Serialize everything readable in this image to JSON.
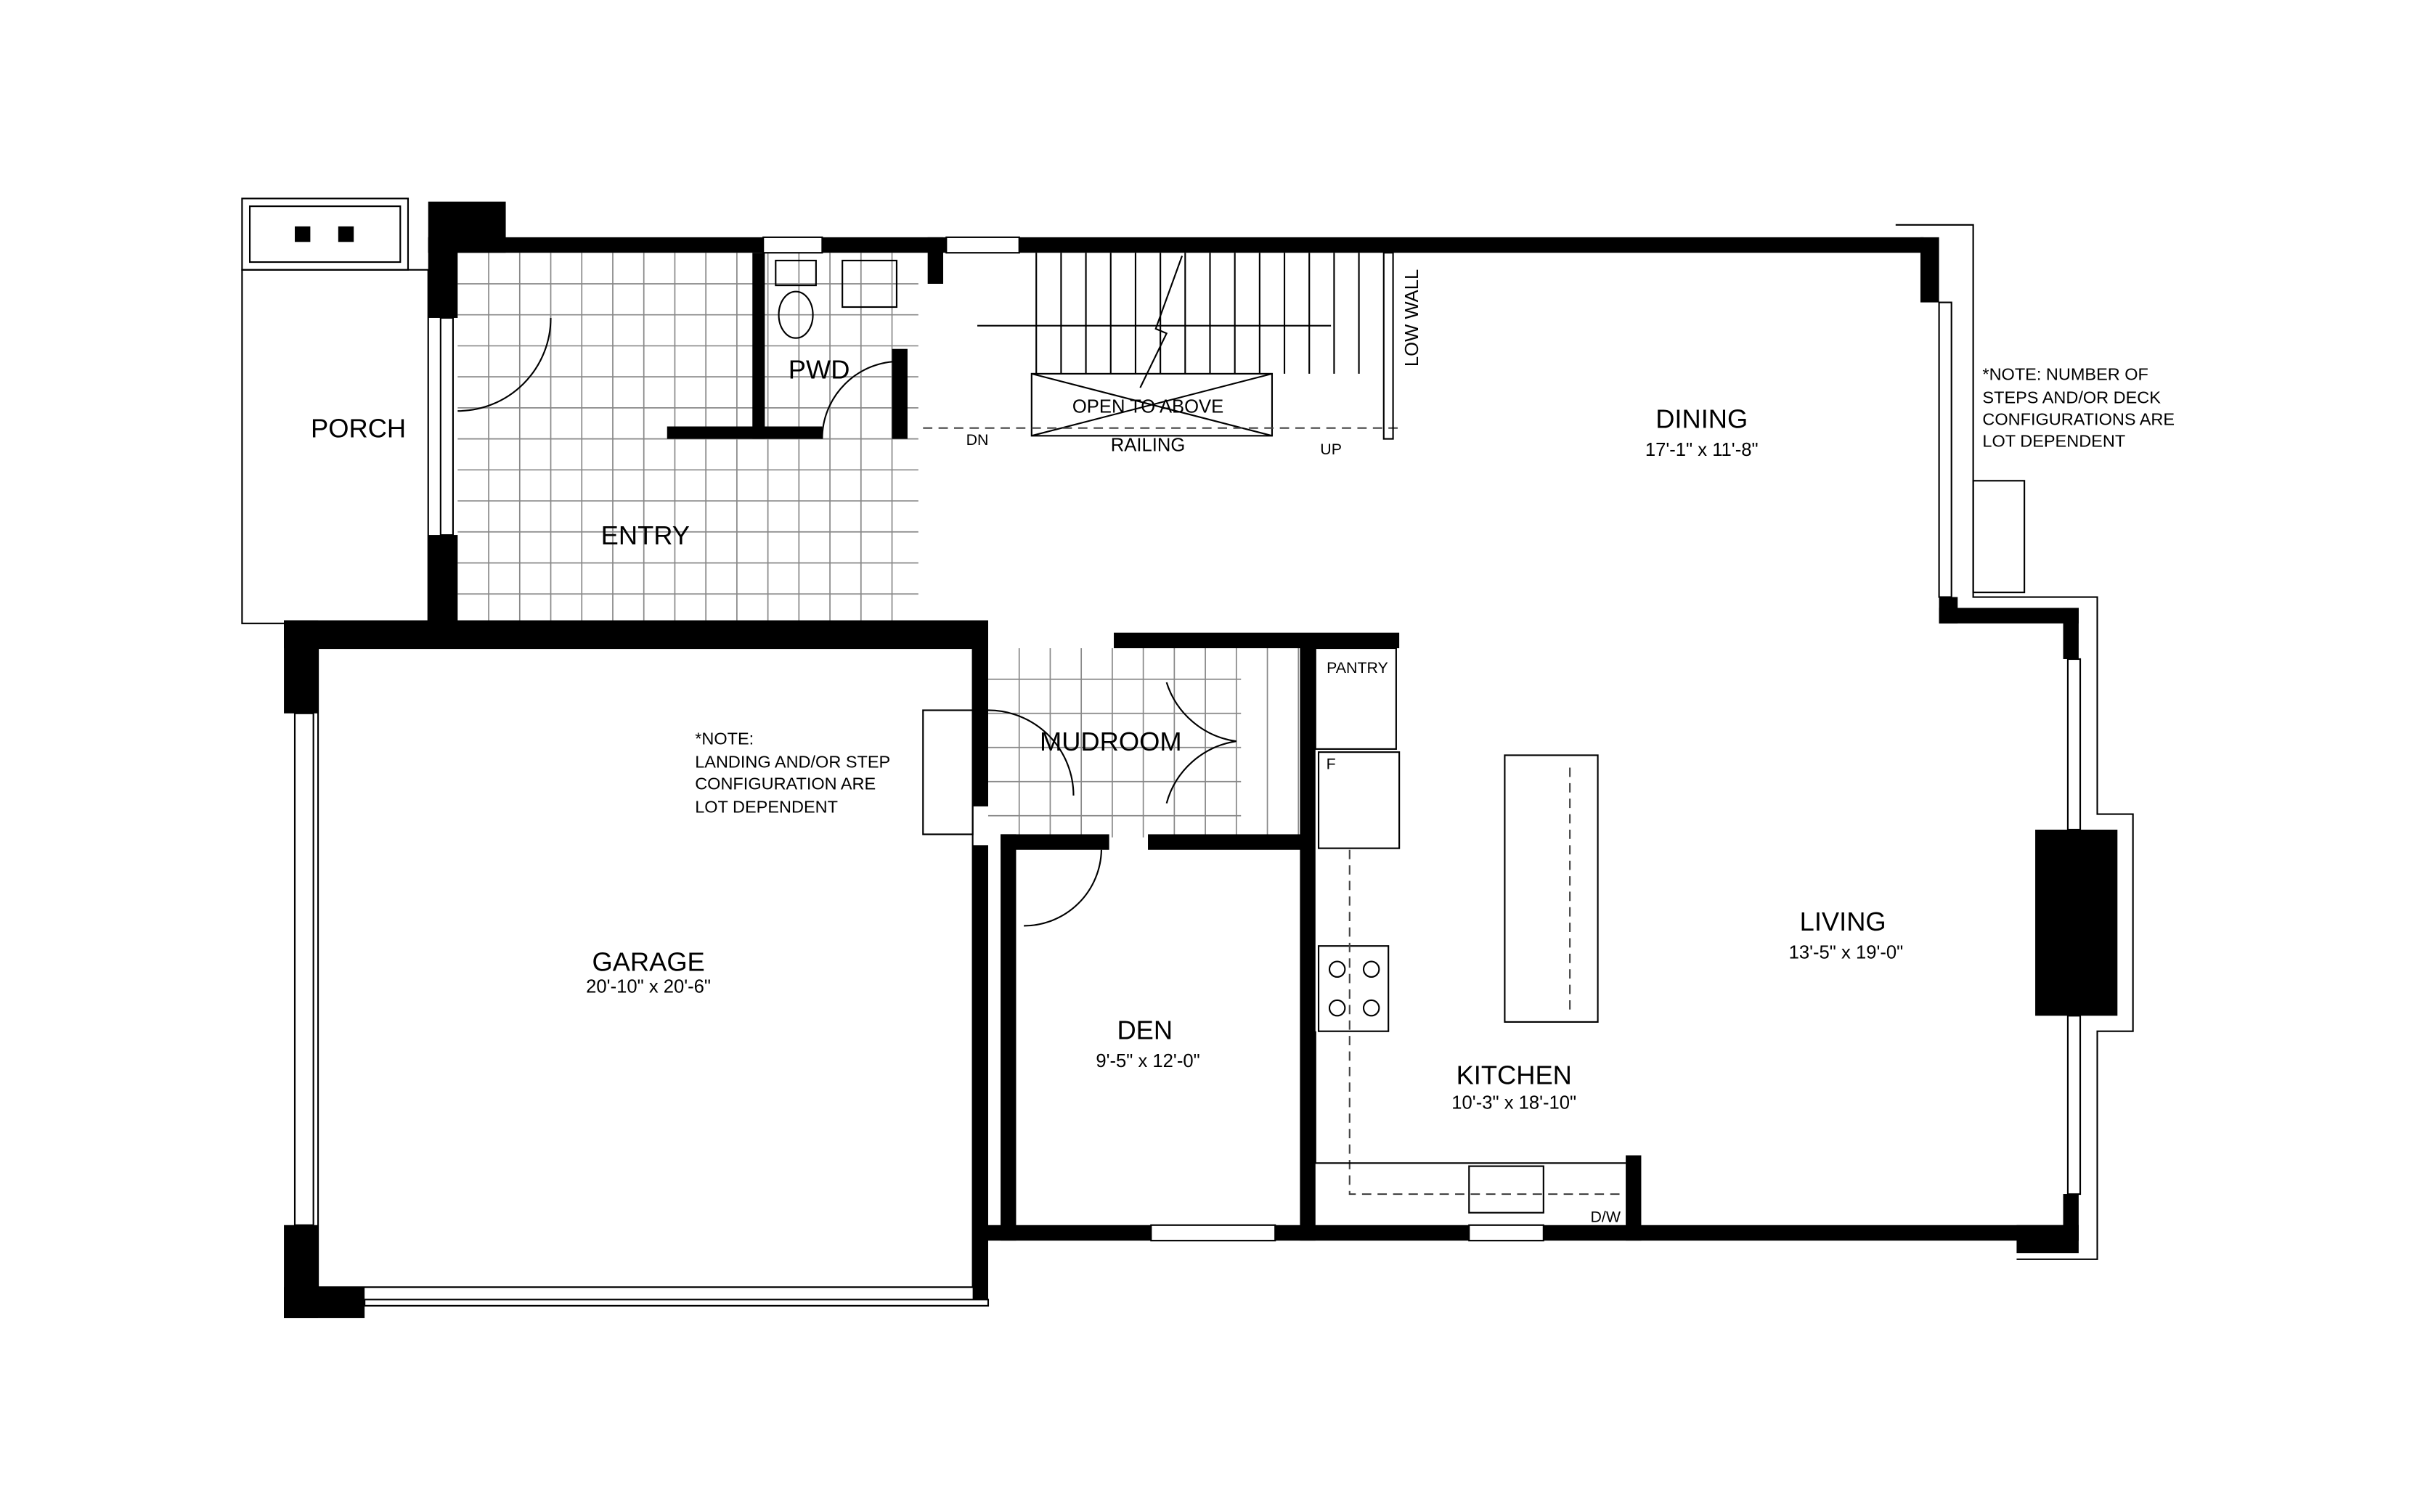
{
  "rooms": {
    "porch": {
      "name": "PORCH"
    },
    "pwd": {
      "name": "PWD"
    },
    "entry": {
      "name": "ENTRY"
    },
    "dining": {
      "name": "DINING",
      "size": "17'-1\" x 11'-8\""
    },
    "mudroom": {
      "name": "MUDROOM"
    },
    "pantry": {
      "name": "PANTRY"
    },
    "garage": {
      "name": "GARAGE",
      "size": "20'-10\" x 20'-6\""
    },
    "den": {
      "name": "DEN",
      "size": "9'-5\" x 12'-0\""
    },
    "kitchen": {
      "name": "KITCHEN",
      "size": "10'-3\" x 18'-10\""
    },
    "living": {
      "name": "LIVING",
      "size": "13'-5\" x 19'-0\""
    }
  },
  "labels": {
    "open_to_above": "OPEN TO ABOVE",
    "railing": "RAILING",
    "dn": "DN",
    "up": "UP",
    "low_wall": "LOW WALL",
    "fridge": "F",
    "dishwasher": "D/W"
  },
  "notes": {
    "garage_note": [
      "*NOTE:",
      "LANDING AND/OR  STEP",
      "CONFIGURATION ARE",
      "LOT DEPENDENT"
    ],
    "deck_note": [
      "*NOTE: NUMBER OF",
      "STEPS AND/OR DECK",
      "CONFIGURATIONS ARE",
      "LOT DEPENDENT"
    ]
  }
}
